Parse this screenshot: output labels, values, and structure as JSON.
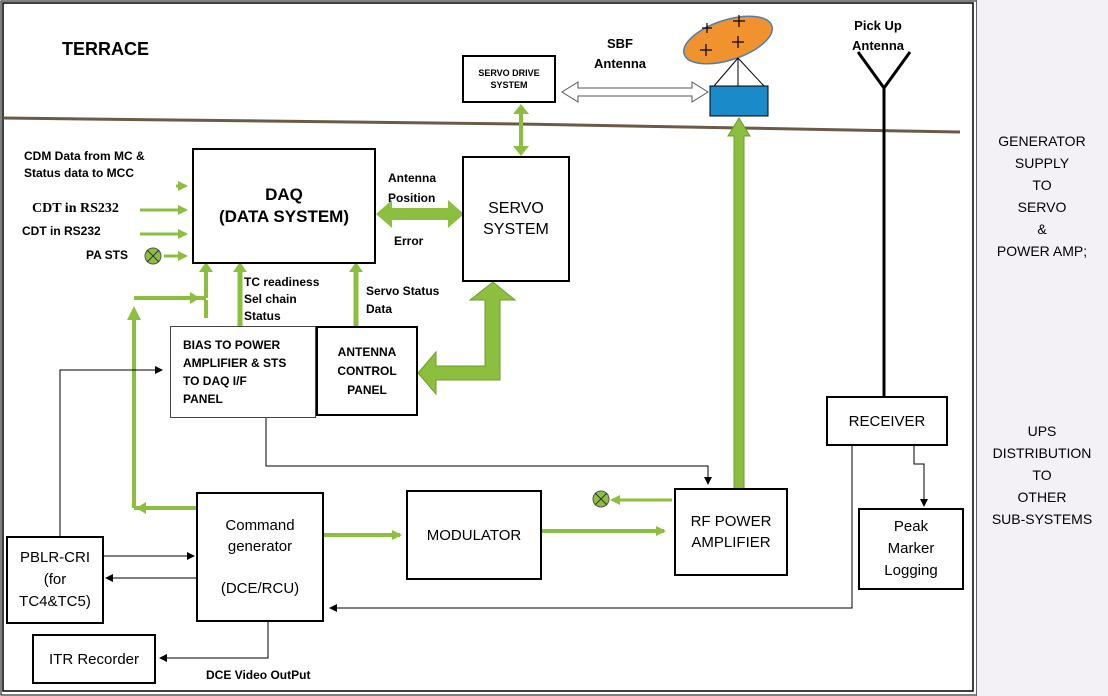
{
  "terrace": "TERRACE",
  "boxes": {
    "servo_drive": "SERVO DRIVE\nSYSTEM",
    "daq": "DAQ\n(DATA SYSTEM)",
    "servo_system": "SERVO\nSYSTEM",
    "bias_panel": "BIAS TO POWER\nAMPLIFIER & STS\nTO DAQ I/F\nPANEL",
    "antenna_control": "ANTENNA\nCONTROL\nPANEL",
    "receiver": "RECEIVER",
    "peak_marker": "Peak\nMarker\nLogging",
    "pblr": "PBLR-CRI\n(for\nTC4&TC5)",
    "command_generator": "Command\ngenerator\n\n(DCE/RCU)",
    "modulator": "MODULATOR",
    "rf_power_amp": "RF POWER\nAMPLIFIER",
    "itr_recorder": "ITR Recorder"
  },
  "labels": {
    "sbf_antenna": "SBF\nAntenna",
    "pickup_antenna": "Pick Up\nAntenna",
    "cdm_data": "CDM Data from MC &\nStatus data to MCC",
    "cdt_1": "CDT in  RS232",
    "cdt_2": "CDT  in RS232",
    "pa_sts": "PA STS",
    "antenna_position": "Antenna\nPosition",
    "error": "Error",
    "tc_readiness": "TC readiness\nSel chain\nStatus",
    "servo_status": "Servo Status\nData",
    "dce_video": "DCE Video OutPut"
  },
  "side": {
    "generator": "GENERATOR\nSUPPLY\nTO\nSERVO\n&\nPOWER AMP;",
    "ups": "UPS\nDISTRIBUTION\nTO\nOTHER\nSUB-SYSTEMS"
  },
  "colors": {
    "arrow_green": "#8cbf3f",
    "dish_orange": "#f0922e",
    "feed_blue": "#1a8ac9",
    "terrace_line": "#6b5a48",
    "side_panel": "#f3f1f5"
  }
}
